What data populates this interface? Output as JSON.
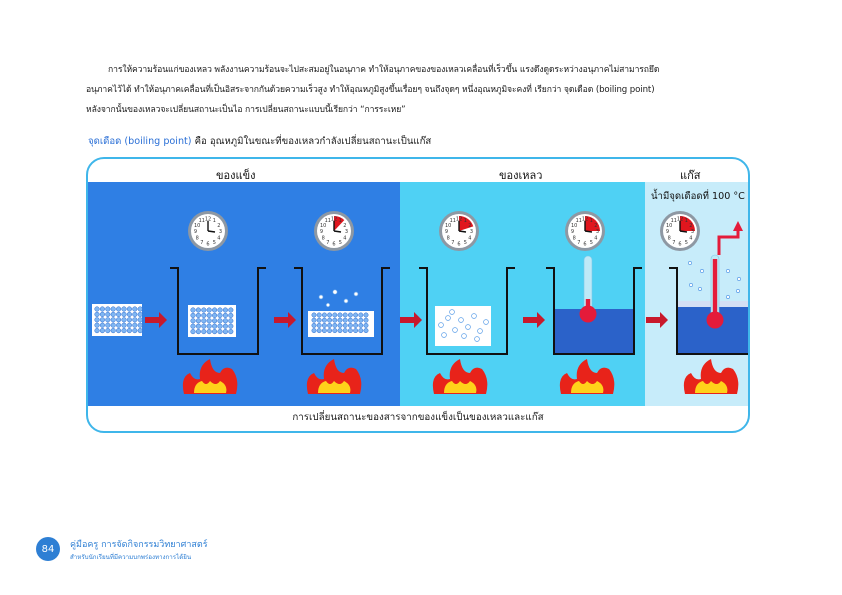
{
  "paragraph": {
    "line1": "การให้ความร้อนแก่ของเหลว พลังงานความร้อนจะไปสะสมอยู่ในอนุภาค ทำให้อนุภาคของของเหลวเคลื่อนที่เร็วขึ้น แรงดึงดูดระหว่างอนุภาคไม่สามารถยึด",
    "line2": "อนุภาคไว้ได้ ทำให้อนุภาคเคลื่อนที่เป็นอิสระจากกันด้วยความเร็วสูง ทำให้อุณหภูมิสูงขึ้นเรื่อยๆ จนถึงจุดๆ หนึ่งอุณหภูมิจะคงที่ เรียกว่า จุดเดือด (boiling point)",
    "line3": "หลังจากนั้นของเหลวจะเปลี่ยนสถานะเป็นไอ การเปลี่ยนสถานะแบบนี้เรียกว่า “การระเหย”"
  },
  "heading": {
    "term": "จุดเดือด (boiling point)",
    "definition": "คือ อุณหภูมิในขณะที่ของเหลวกำลังเปลี่ยนสถานะเป็นแก๊ส"
  },
  "diagram": {
    "labels": {
      "solid": "ของแข็ง",
      "liquid": "ของเหลว",
      "gas": "แก๊ส"
    },
    "gas_note": "น้ำมีจุดเดือดที่ 100 °C",
    "caption": "การเปลี่ยนสถานะของสารจากของแข็งเป็นของเหลวและแก๊ส",
    "colors": {
      "solid_panel": "#2f7fe4",
      "liquid_panel": "#4fd1f4",
      "gas_panel": "#c7ecfa",
      "border": "#3fb6ea",
      "arrow": "#c8192b",
      "flame": "#e8231a",
      "thermometer": "#e41b3a"
    },
    "clock_progress": [
      0,
      0.12,
      0.2,
      0.25,
      0.25
    ]
  },
  "footer": {
    "page_number": "84",
    "title": "คู่มือครู การจัดกิจกรรมวิทยาศาสตร์",
    "subtitle": "สำหรับนักเรียนที่มีความบกพร่องทางการได้ยิน"
  }
}
